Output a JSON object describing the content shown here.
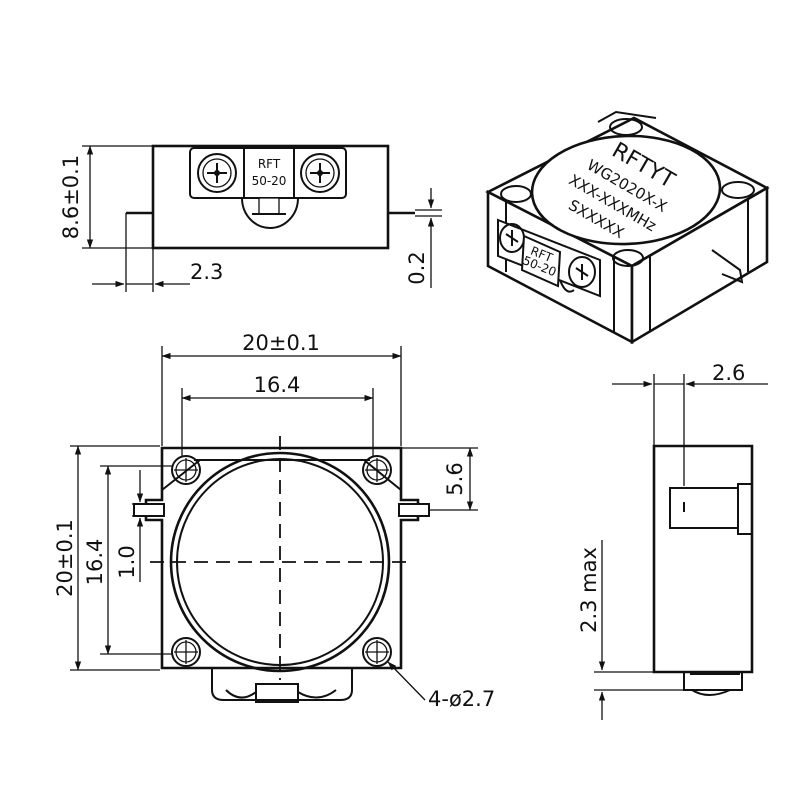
{
  "front_view": {
    "label_line1": "RFT",
    "label_line2": "50-20",
    "dim_height": "8.6±0.1",
    "dim_pin_offset": "2.3",
    "dim_pin_thickness": "0.2"
  },
  "isometric_view": {
    "brand": "RFTYT",
    "model": "WG2020X-X",
    "frequency": "XXX-XXXMHz",
    "serial": "SXXXXX",
    "label_line1": "RFT",
    "label_line2": "50-20"
  },
  "top_view": {
    "dim_width": "20±0.1",
    "dim_hole_spacing_x": "16.4",
    "dim_height": "20±0.1",
    "dim_hole_spacing_y": "16.4",
    "dim_pin_width": "1.0",
    "dim_pin_offset": "5.6",
    "dim_holes": "4-ø2.7"
  },
  "side_view": {
    "dim_tab": "2.6",
    "dim_pin_max": "2.3 max"
  }
}
